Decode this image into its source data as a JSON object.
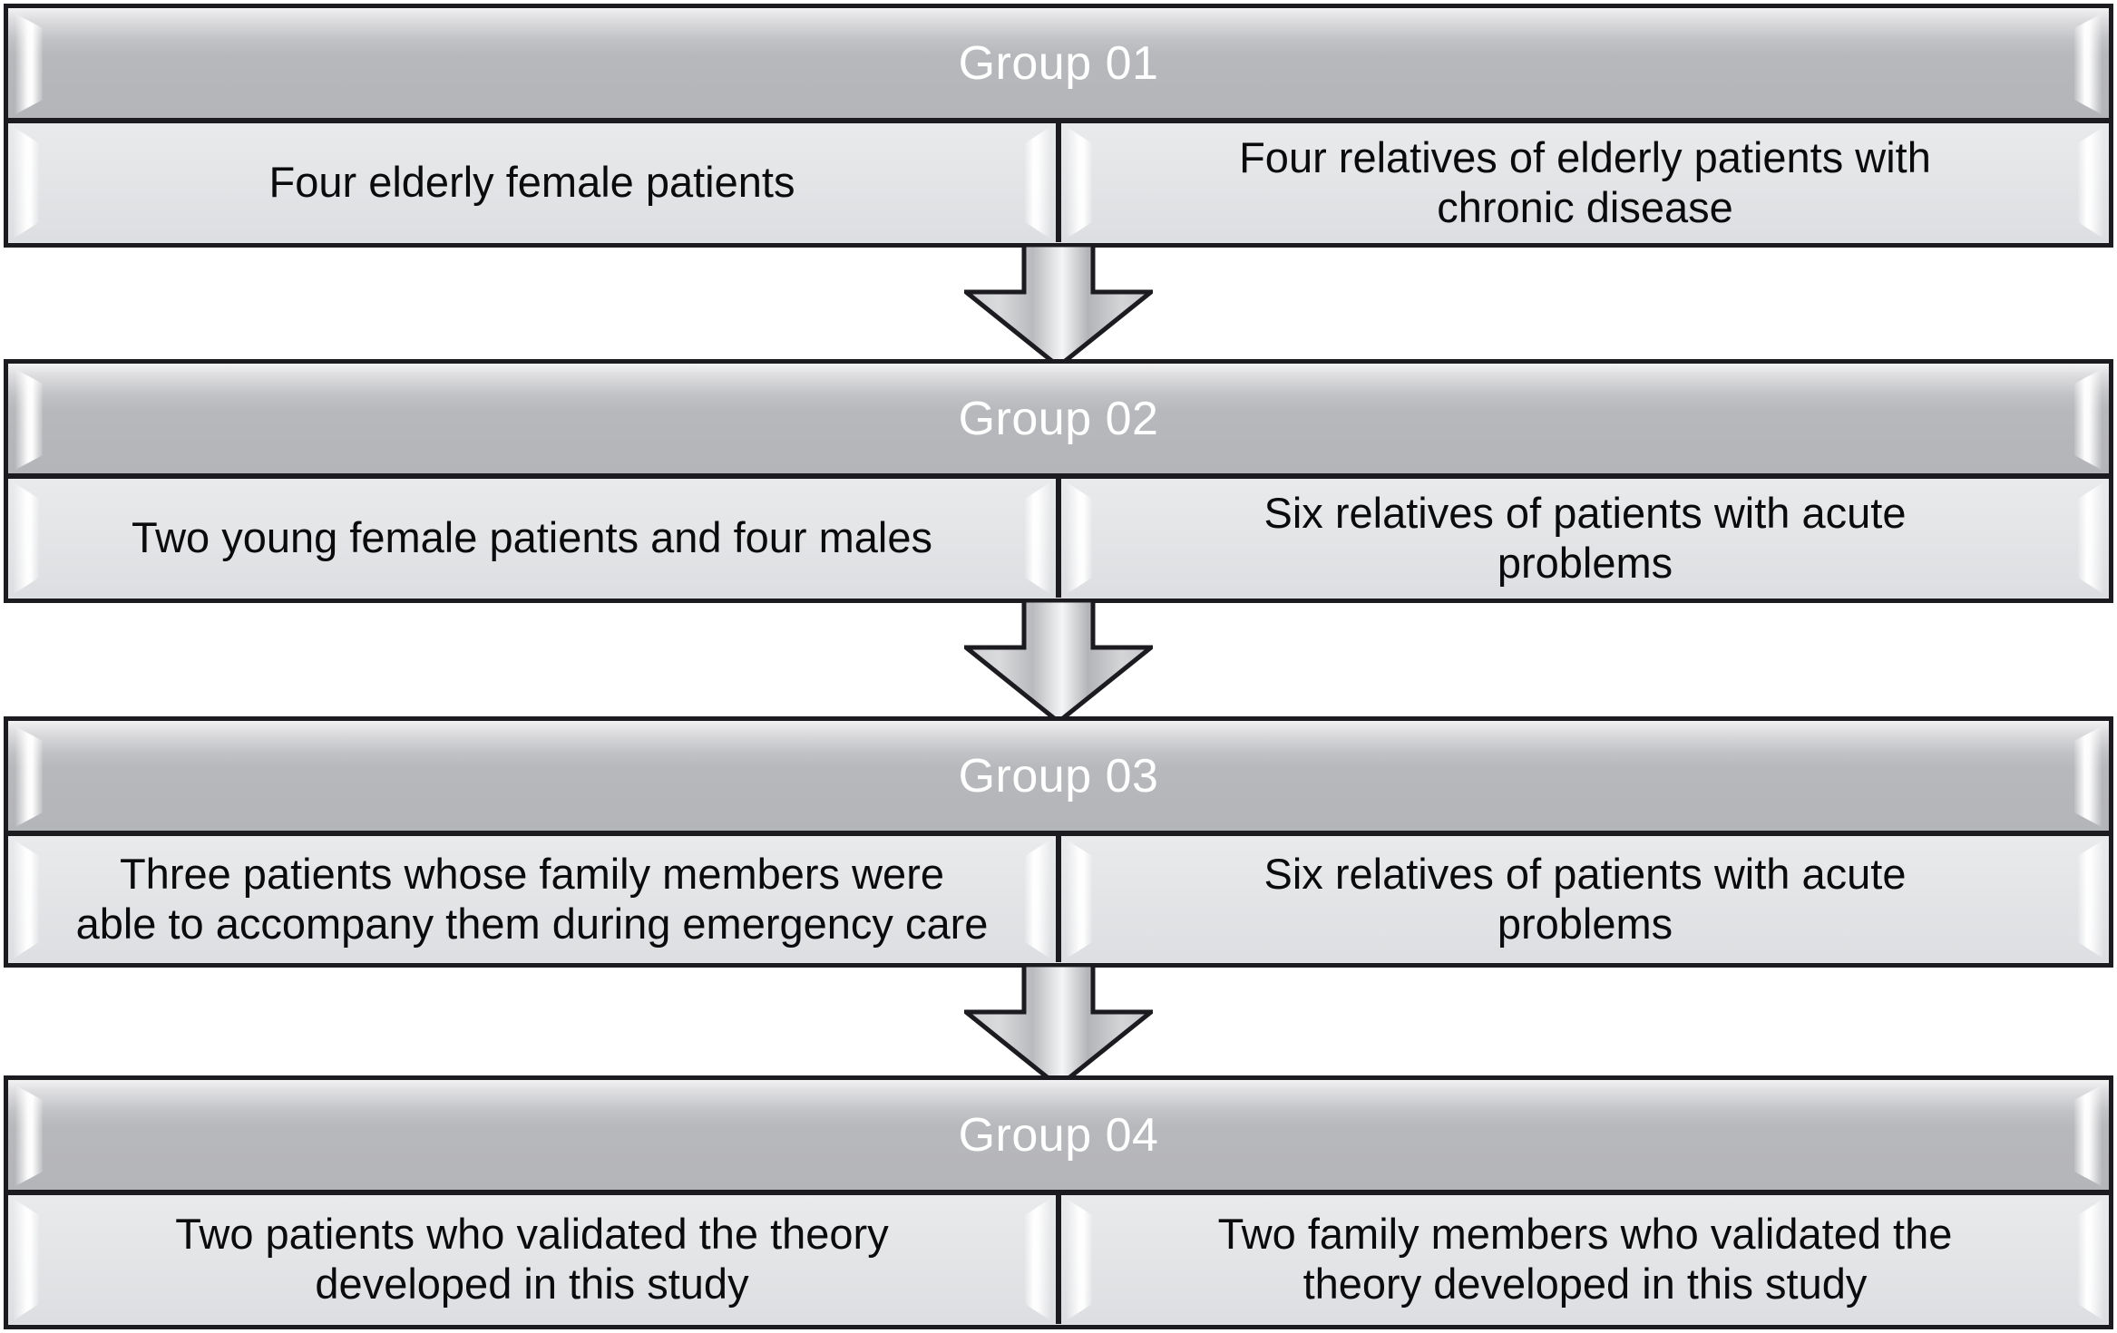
{
  "diagram": {
    "type": "flowchart",
    "orientation": "vertical",
    "colors": {
      "header_fill": "#b4b5b9",
      "header_text": "#ffffff",
      "body_fill": "#e4e6e8",
      "body_text": "#0b0b0d",
      "border": "#1c1c20",
      "arrow_fill": "#c9cacc",
      "background": "#ffffff"
    },
    "groups": [
      {
        "title": "Group 01",
        "left_cell": "Four elderly female patients",
        "right_cell": "Four relatives of elderly patients with\nchronic disease"
      },
      {
        "title": "Group 02",
        "left_cell": "Two young female patients and four males",
        "right_cell": "Six relatives of patients with acute\nproblems"
      },
      {
        "title": "Group 03",
        "left_cell": "Three patients whose family members were\nable to accompany them during emergency care",
        "right_cell": "Six relatives of patients with acute\nproblems"
      },
      {
        "title": "Group 04",
        "left_cell": "Two patients who validated the theory\ndeveloped in this study",
        "right_cell": "Two family members who validated the\ntheory developed in this study"
      }
    ],
    "connectors": [
      {
        "from": "Group 01",
        "to": "Group 02",
        "icon": "down-arrow-icon"
      },
      {
        "from": "Group 02",
        "to": "Group 03",
        "icon": "down-arrow-icon"
      },
      {
        "from": "Group 03",
        "to": "Group 04",
        "icon": "down-arrow-icon"
      }
    ]
  }
}
